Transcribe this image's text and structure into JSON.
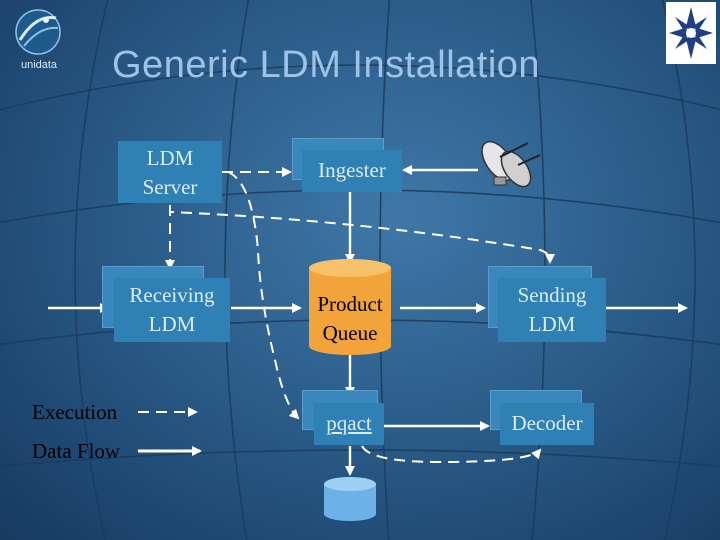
{
  "slide": {
    "title": "Generic  LDM Installation",
    "logo_text": "unidata"
  },
  "nodes": {
    "ldm_server": [
      "LDM",
      "Server"
    ],
    "ingester": "Ingester",
    "receiving_ldm": [
      "Receiving",
      "LDM"
    ],
    "product_queue": [
      "Product",
      "Queue"
    ],
    "sending_ldm": [
      "Sending",
      "LDM"
    ],
    "pqact": "pqact",
    "decoder": "Decoder"
  },
  "legend": {
    "execution": "Execution",
    "data_flow": "Data Flow"
  },
  "colors": {
    "box": "#2f80b4",
    "box_text": "#dcecf8",
    "title": "#9fc3e6",
    "queue": "#f2a33a",
    "storage": "#6cb2e8"
  }
}
